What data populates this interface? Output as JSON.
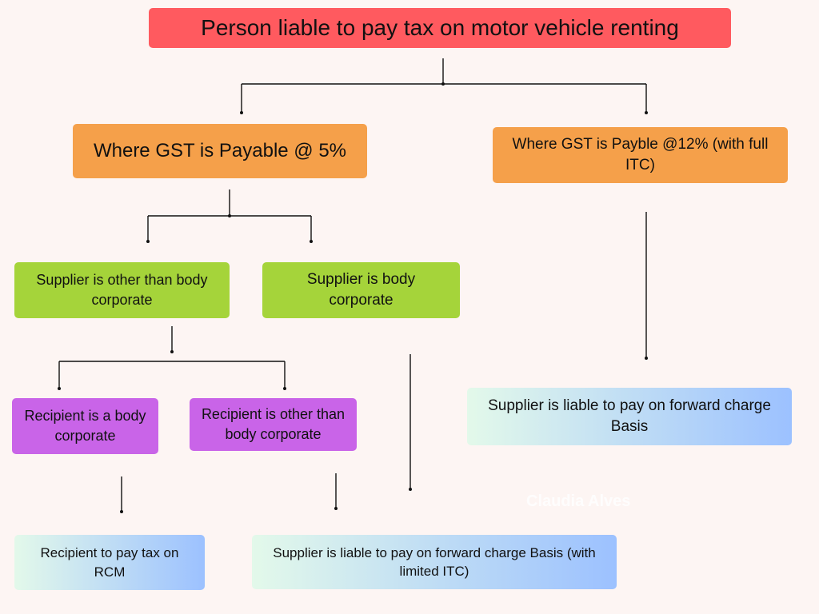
{
  "title": "Person liable to pay tax on motor vehicle renting",
  "nodes": {
    "gst5": "Where GST is Payable @ 5%",
    "gst12": "Where GST is Payble @12% (with full ITC)",
    "supplier_other": "Supplier is other than body corporate",
    "supplier_body": "Supplier is body corporate",
    "recipient_body": "Recipient is a body corporate",
    "recipient_other": "Recipient is other than body corporate",
    "recipient_rcm": "Recipient to pay tax on RCM",
    "forward_limited": "Supplier is liable to pay on forward charge Basis (with limited ITC)",
    "forward_full": "Supplier is liable to pay on forward charge Basis"
  },
  "watermark": "Claudia Alves",
  "colors": {
    "title": "#ff5a5f",
    "level1": "#f5a04a",
    "level2": "#a5d43a",
    "level3": "#c964e8",
    "outcome_from": "#e3f9ea",
    "outcome_to": "#9cc1ff",
    "connector": "#111111",
    "background": "#fdf5f3"
  }
}
